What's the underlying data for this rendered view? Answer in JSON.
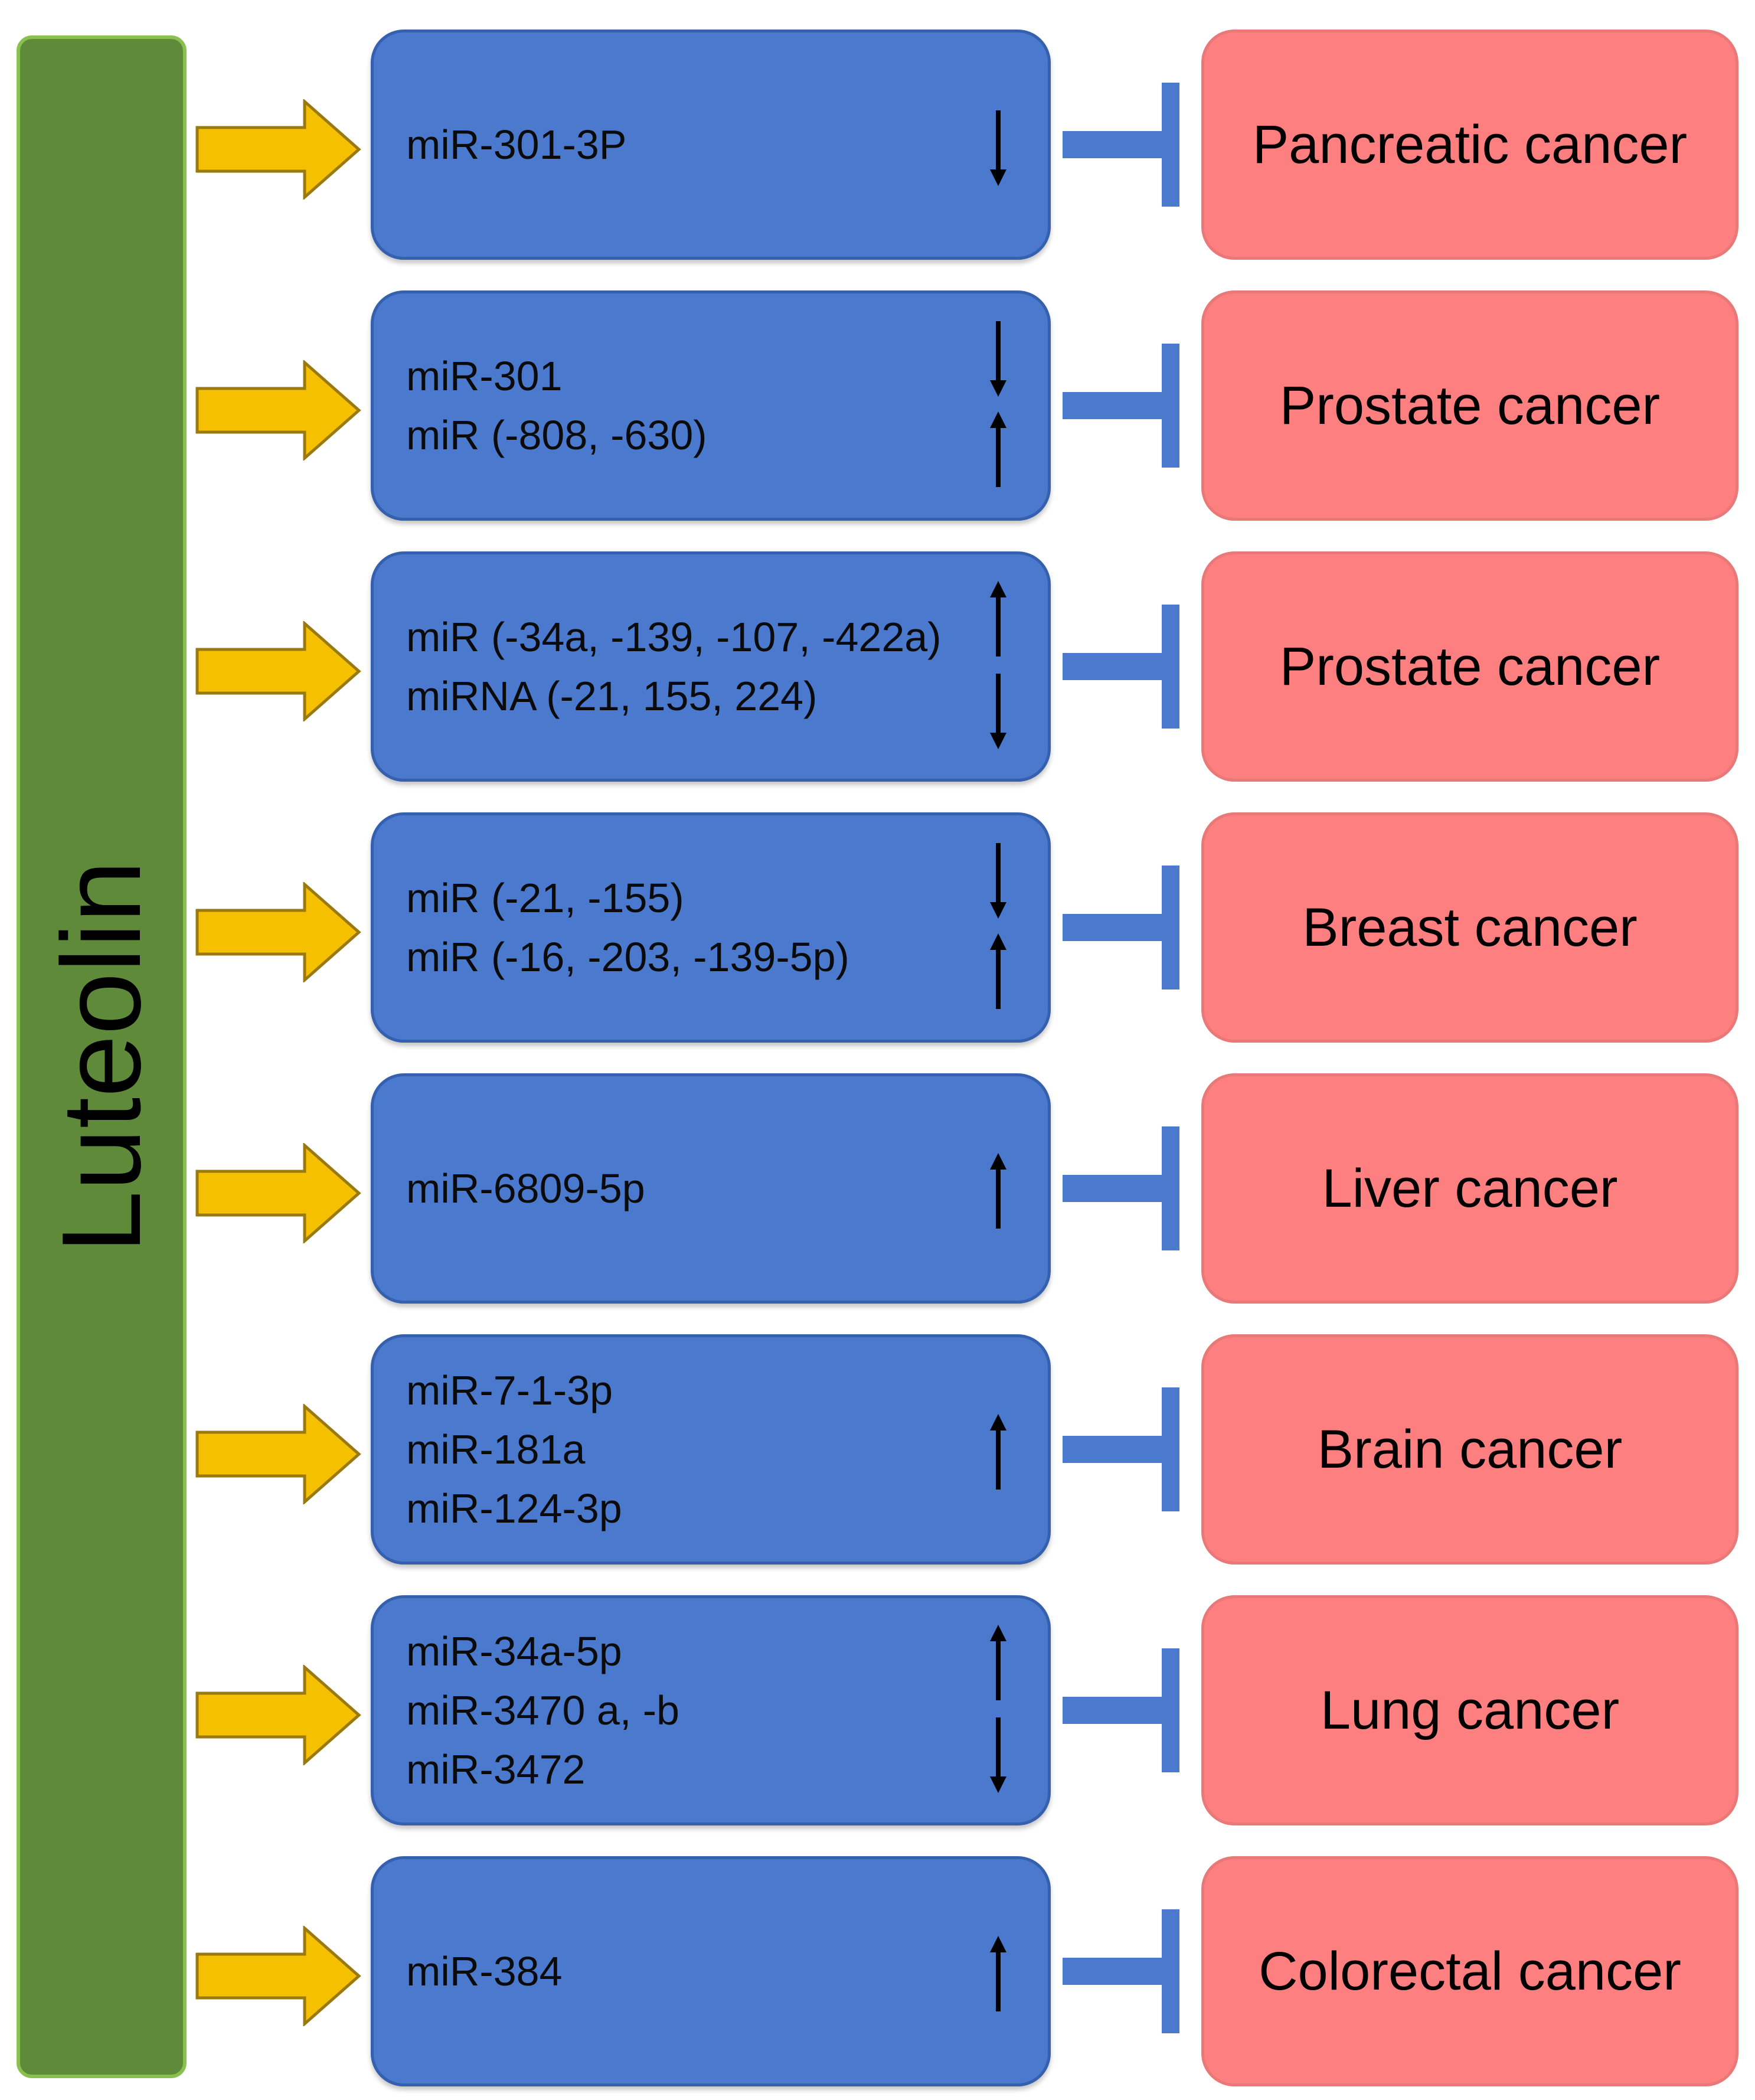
{
  "title": "Luteolin",
  "colors": {
    "luteolin_bar": "#5e8a3a",
    "activation_arrow": "#f5c000",
    "mirna_box": "#4a79ce",
    "inhibition": "#4a79ce",
    "cancer_box": "#fd7f7f"
  },
  "rows": [
    {
      "mirna": [
        "miR-301-3P"
      ],
      "regulation": [
        "down"
      ],
      "cancer": "Pancreatic cancer"
    },
    {
      "mirna": [
        "miR-301",
        "miR (-808, -630)"
      ],
      "regulation": [
        "down",
        "up"
      ],
      "cancer": "Prostate cancer"
    },
    {
      "mirna": [
        "miR (-34a, -139, -107, -422a)",
        "miRNA (-21, 155, 224)"
      ],
      "regulation": [
        "up",
        "down"
      ],
      "cancer": "Prostate cancer"
    },
    {
      "mirna": [
        "miR (-21, -155)",
        "miR (-16, -203, -139-5p)"
      ],
      "regulation": [
        "down",
        "up"
      ],
      "cancer": "Breast cancer"
    },
    {
      "mirna": [
        "miR-6809-5p"
      ],
      "regulation": [
        "up"
      ],
      "cancer": "Liver cancer"
    },
    {
      "mirna": [
        "miR-7-1-3p",
        "miR-181a",
        "miR-124-3p"
      ],
      "regulation": [
        "up"
      ],
      "cancer": "Brain cancer"
    },
    {
      "mirna": [
        "miR-34a-5p",
        "miR-3470 a, -b",
        "miR-3472"
      ],
      "regulation": [
        "up",
        "down"
      ],
      "cancer": "Lung cancer"
    },
    {
      "mirna": [
        "miR-384"
      ],
      "regulation": [
        "up"
      ],
      "cancer": "Colorectal cancer"
    }
  ]
}
